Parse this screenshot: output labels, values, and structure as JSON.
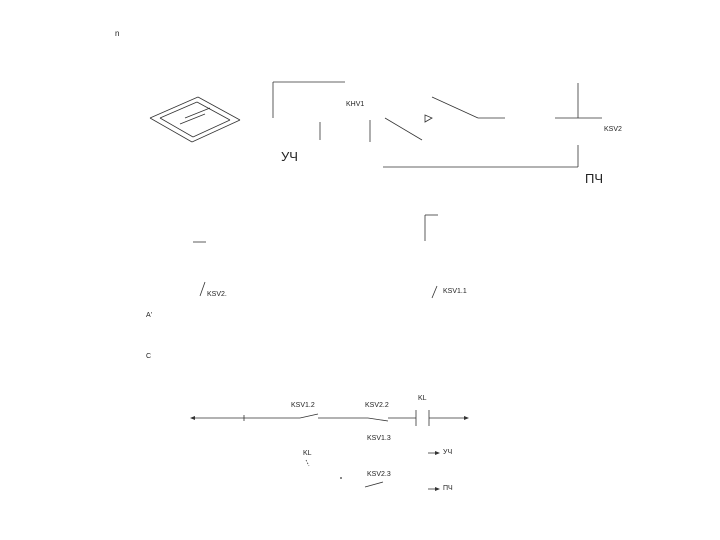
{
  "labels": {
    "corner_mark": "n",
    "khv1": "KHV1",
    "ksv2_top": "KSV2",
    "uch_top": "УЧ",
    "pch_top": "ПЧ",
    "ksv2_mid": "KSV2.",
    "ksv11": "KSV1.1",
    "a_mark": "A'",
    "c_mark": "C",
    "ksv12": "KSV1.2",
    "ksv22": "KSV2.2",
    "kl": "KL",
    "ksv13": "KSV1.3",
    "kl_bottom": "KL",
    "ksv23": "KSV2.3",
    "uch_bottom": "УЧ",
    "pch_bottom": "ПЧ"
  },
  "colors": {
    "line": "#333333",
    "text": "#222222"
  }
}
